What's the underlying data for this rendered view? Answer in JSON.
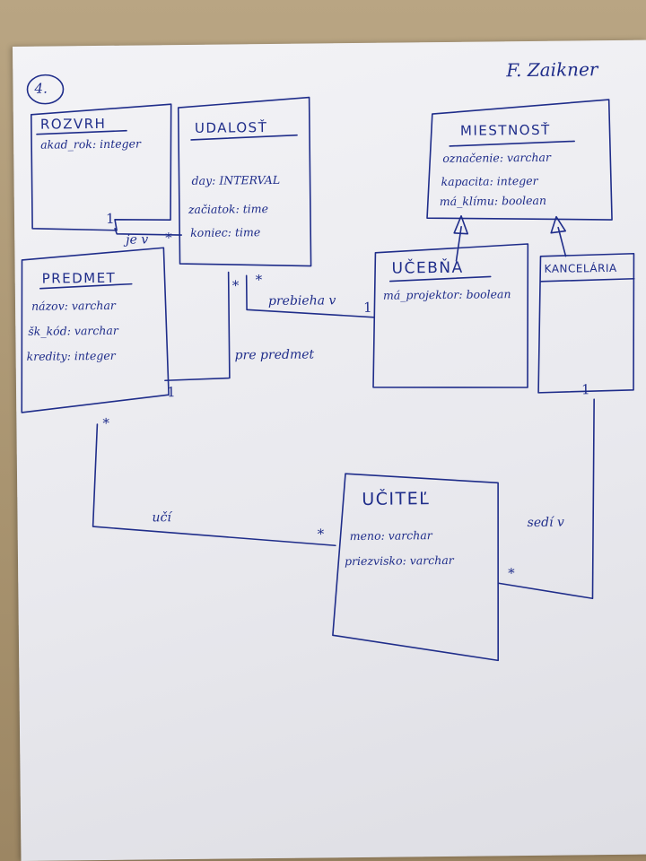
{
  "corner_number": "4.",
  "author": "F. Zaikner",
  "classes": {
    "rozvrh": {
      "name": "ROZVRH",
      "attrs": [
        "akad_rok: integer"
      ]
    },
    "udalost": {
      "name": "UDALOSŤ",
      "attrs": [
        "day: INTERVAL",
        "začiatok: time",
        "koniec: time"
      ]
    },
    "miestnost": {
      "name": "MIESTNOSŤ",
      "attrs": [
        "označenie: varchar",
        "kapacita: integer",
        "má_klímu: boolean"
      ]
    },
    "predmet": {
      "name": "PREDMET",
      "attrs": [
        "názov: varchar",
        "šk_kód: varchar",
        "kredity: integer"
      ]
    },
    "ucebna": {
      "name": "UČEBŇA",
      "attrs": [
        "má_projektor: boolean"
      ]
    },
    "kancelaria": {
      "name": "KANCELÁRIA",
      "attrs": []
    },
    "ucitel": {
      "name": "UČITEĽ",
      "attrs": [
        "meno: varchar",
        "priezvisko: varchar"
      ]
    }
  },
  "associations": {
    "je_v": {
      "label": "je v",
      "mult_a": "1",
      "mult_b": "*"
    },
    "prebieha_v": {
      "label": "prebieha v",
      "mult_a": "*",
      "mult_b": "1"
    },
    "pre_predmet": {
      "label": "pre predmet",
      "mult_a": "*",
      "mult_b": "1"
    },
    "uci": {
      "label": "učí",
      "mult_a": "*",
      "mult_b": "*"
    },
    "sedi_v": {
      "label": "sedí v",
      "mult_a": "1",
      "mult_b": "*"
    }
  }
}
